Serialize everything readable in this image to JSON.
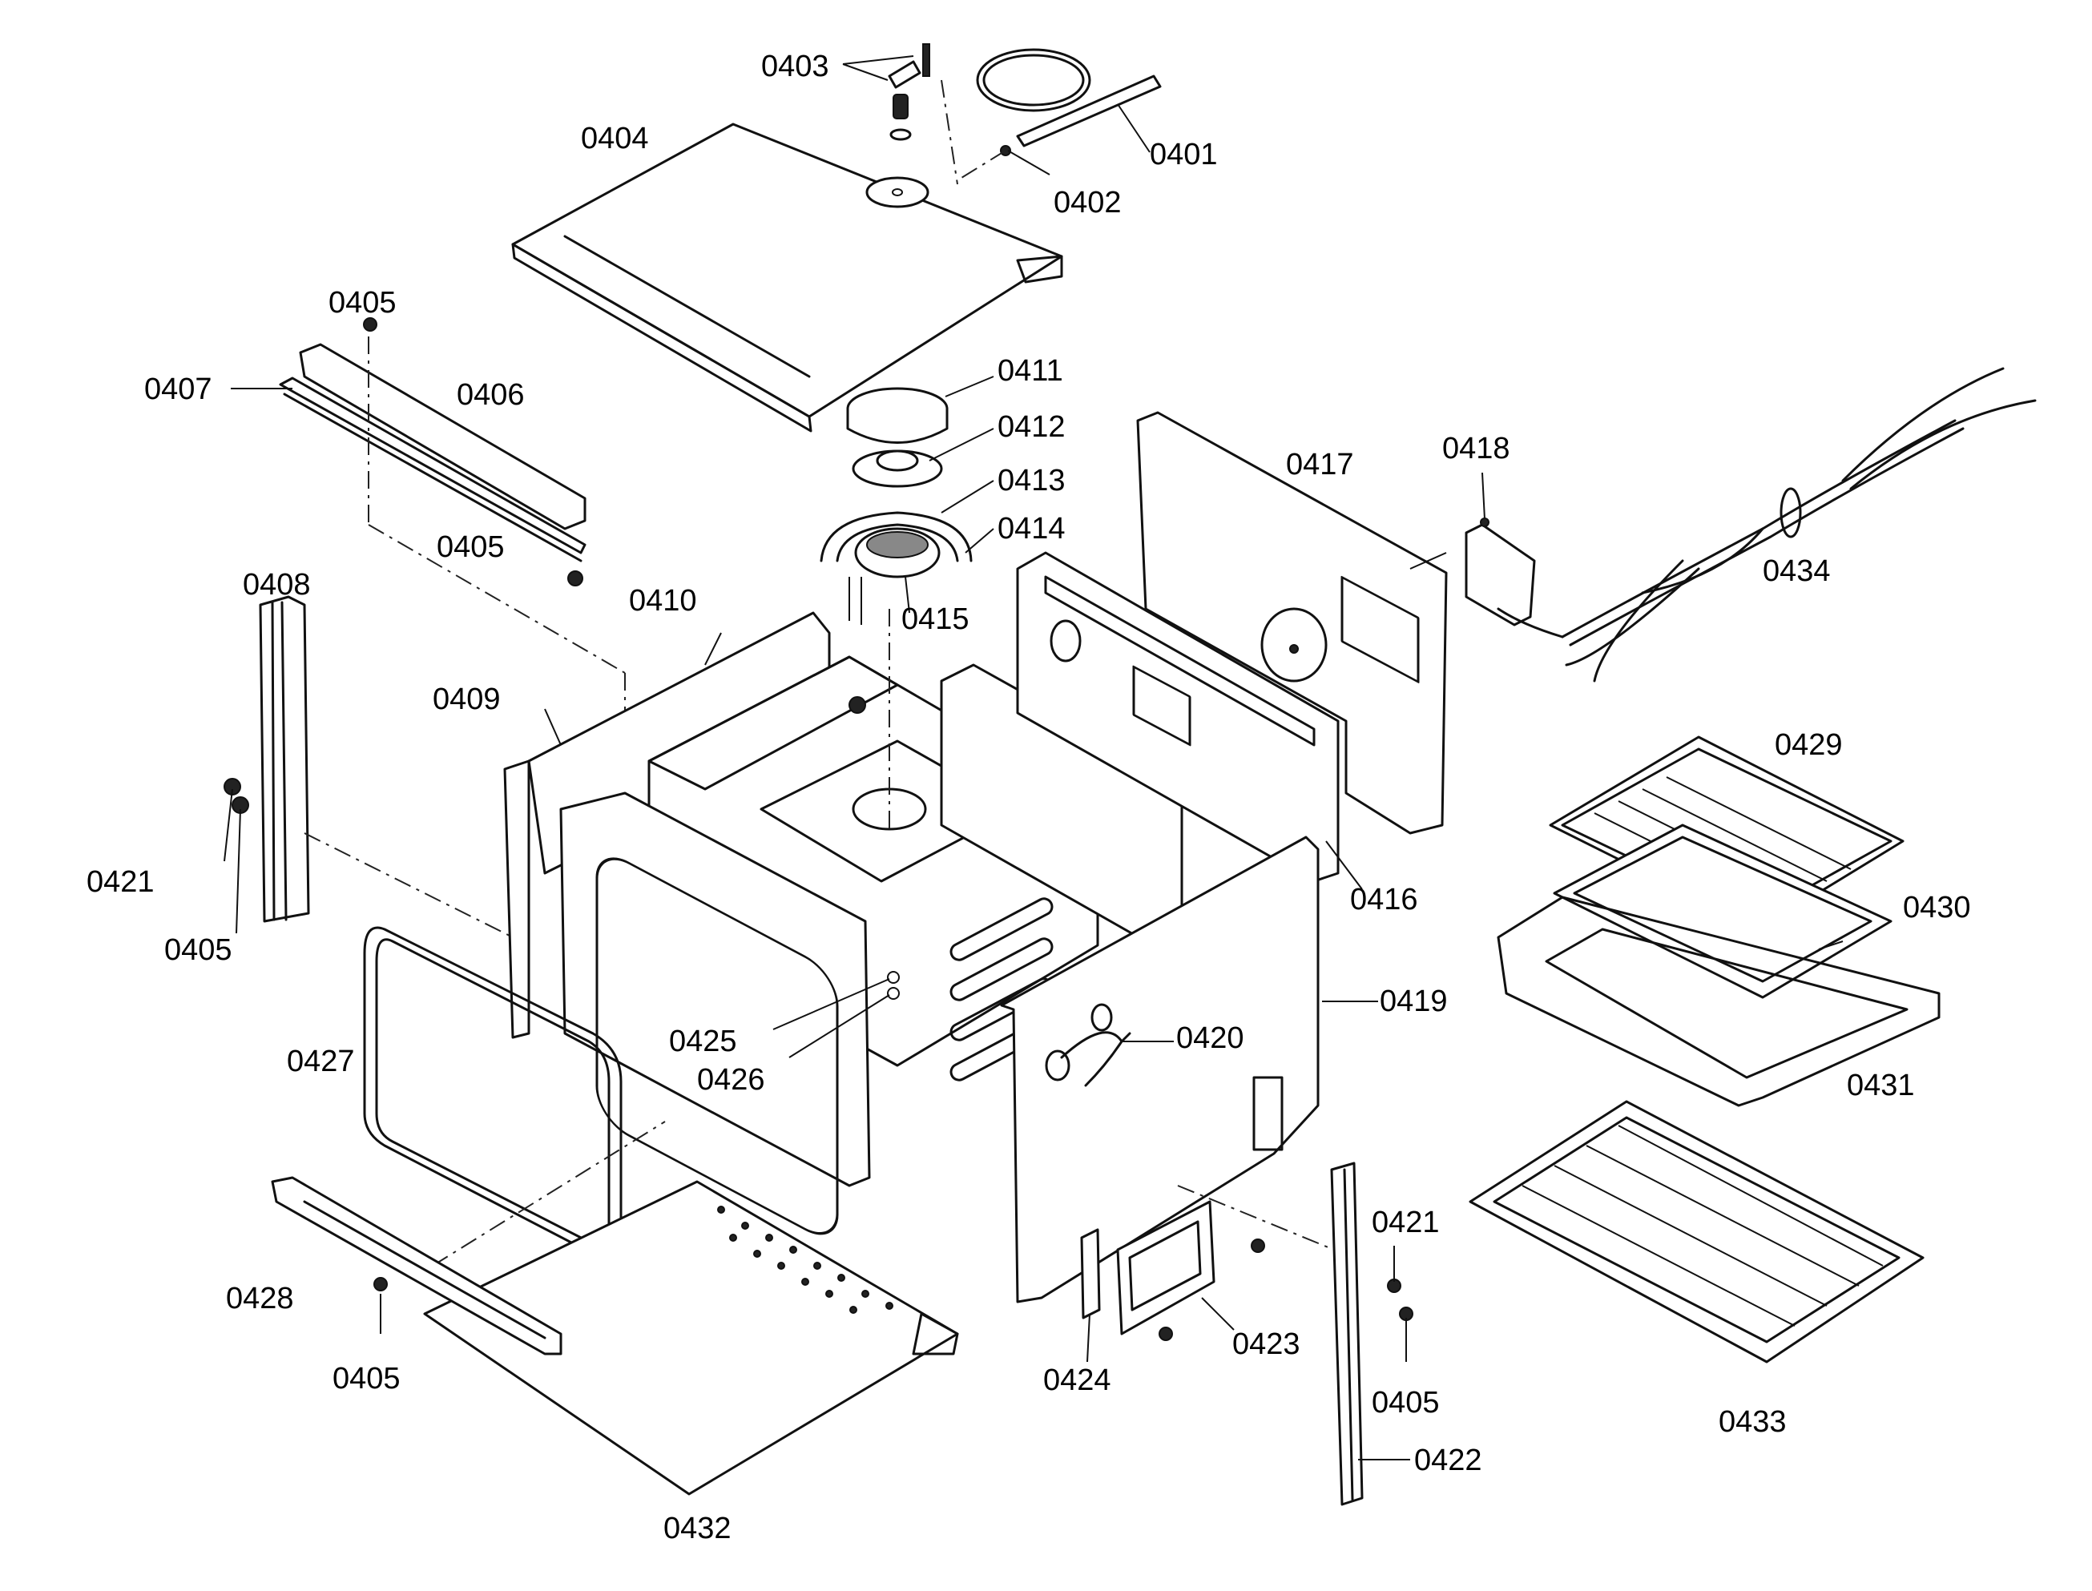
{
  "labels": {
    "p0401": "0401",
    "p0402": "0402",
    "p0403": "0403",
    "p0404": "0404",
    "p0405a": "0405",
    "p0405b": "0405",
    "p0405c": "0405",
    "p0405d": "0405",
    "p0405e": "0405",
    "p0406": "0406",
    "p0407": "0407",
    "p0408": "0408",
    "p0409": "0409",
    "p0410": "0410",
    "p0411": "0411",
    "p0412": "0412",
    "p0413": "0413",
    "p0414": "0414",
    "p0415": "0415",
    "p0416": "0416",
    "p0417": "0417",
    "p0418": "0418",
    "p0419": "0419",
    "p0420": "0420",
    "p0421a": "0421",
    "p0421b": "0421",
    "p0422": "0422",
    "p0423": "0423",
    "p0424": "0424",
    "p0425": "0425",
    "p0426": "0426",
    "p0427": "0427",
    "p0428": "0428",
    "p0429": "0429",
    "p0430": "0430",
    "p0431": "0431",
    "p0432": "0432",
    "p0433": "0433",
    "p0434": "0434"
  }
}
